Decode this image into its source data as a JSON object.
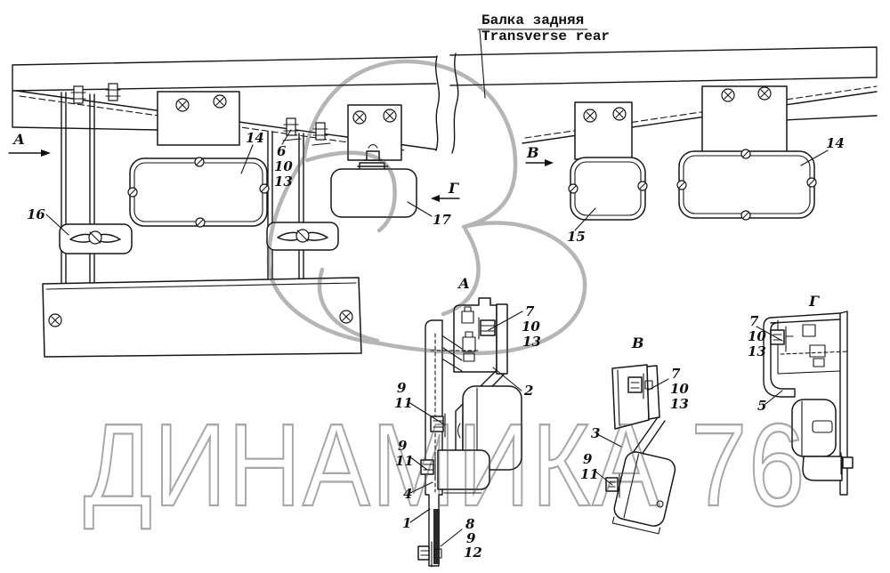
{
  "page": {
    "background": "#ffffff",
    "ink": "#161616",
    "watermark_gray": "#a8a8a8"
  },
  "caption": {
    "ru": "Балка задняя",
    "en": "Transverse rear"
  },
  "watermark": {
    "text": "ДИНАМИКА 76"
  },
  "view_arrows": {
    "a": "А",
    "b": "В",
    "g": "Г"
  },
  "detail_views": {
    "a": "А",
    "b": "В",
    "g": "Г"
  },
  "part_callouts": [
    {
      "text": "14"
    },
    {
      "text": "6"
    },
    {
      "text": "10"
    },
    {
      "text": "13"
    },
    {
      "text": "16"
    },
    {
      "text": "17"
    },
    {
      "text": "15"
    },
    {
      "text": "14"
    },
    {
      "text": "7"
    },
    {
      "text": "10"
    },
    {
      "text": "13"
    },
    {
      "text": "2"
    },
    {
      "text": "9"
    },
    {
      "text": "11"
    },
    {
      "text": "9"
    },
    {
      "text": "11"
    },
    {
      "text": "4"
    },
    {
      "text": "1"
    },
    {
      "text": "8"
    },
    {
      "text": "9"
    },
    {
      "text": "12"
    },
    {
      "text": "7"
    },
    {
      "text": "10"
    },
    {
      "text": "13"
    },
    {
      "text": "3"
    },
    {
      "text": "9"
    },
    {
      "text": "11"
    },
    {
      "text": "7"
    },
    {
      "text": "10"
    },
    {
      "text": "13"
    },
    {
      "text": "5"
    }
  ]
}
